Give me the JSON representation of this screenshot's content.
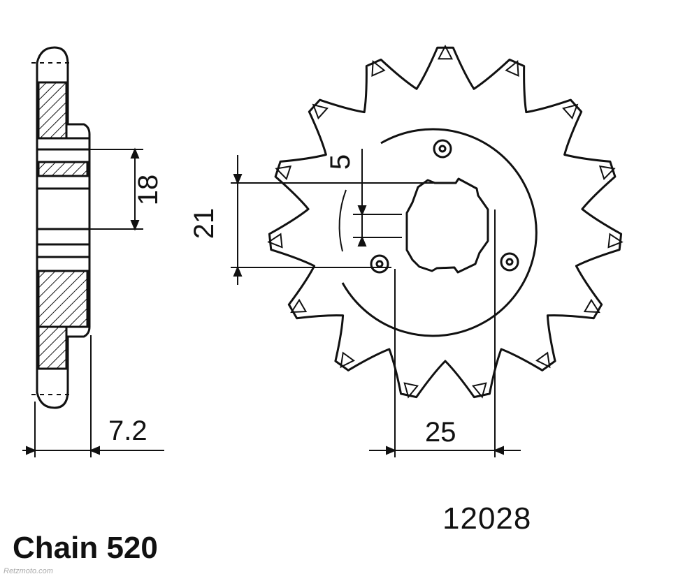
{
  "part_number": "12028",
  "chain_label": "Chain 520",
  "watermark": "Retzmoto.com",
  "dimensions": {
    "width": "7.2",
    "hub": "18",
    "spline_outer": "21",
    "spline_inner": "5",
    "bolt_spacing": "25"
  },
  "sprocket": {
    "teeth": 15
  },
  "colors": {
    "line": "#111111",
    "background": "#ffffff"
  }
}
